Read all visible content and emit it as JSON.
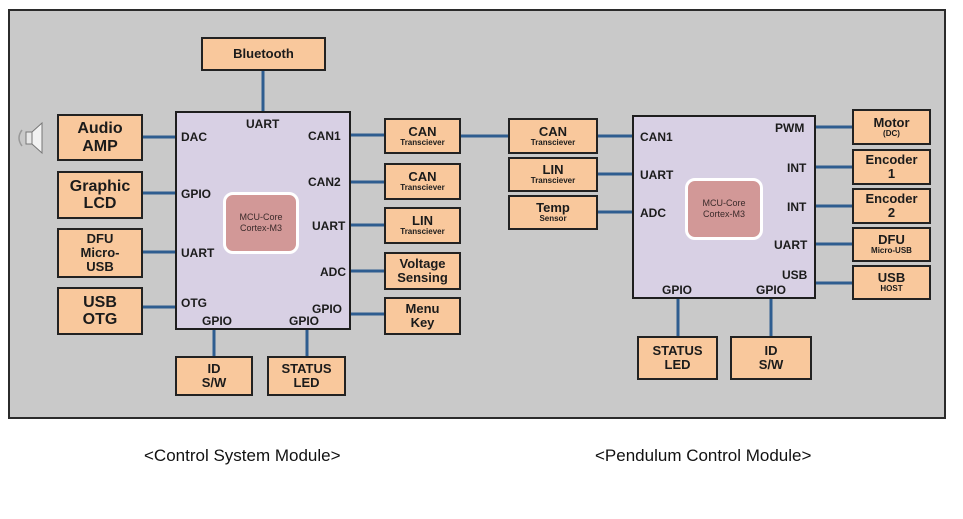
{
  "control": {
    "core": {
      "line1": "MCU-Core",
      "line2": "Cortex-M3"
    },
    "pins": {
      "uart_top": "UART",
      "dac": "DAC",
      "gpio_left": "GPIO",
      "uart_left": "UART",
      "otg": "OTG",
      "gpio_bottom_left": "GPIO",
      "gpio_bottom_right": "GPIO",
      "can1": "CAN1",
      "can2": "CAN2",
      "uart_right": "UART",
      "adc": "ADC",
      "gpio_right": "GPIO"
    },
    "blocks": {
      "bluetooth": [
        "Bluetooth"
      ],
      "audio_amp": [
        "Audio",
        "AMP"
      ],
      "graphic_lcd": [
        "Graphic",
        "LCD"
      ],
      "dfu_micro_usb": [
        "DFU",
        "Micro-",
        "USB"
      ],
      "usb_otg": [
        "USB",
        "OTG"
      ],
      "id_sw": [
        "ID",
        "S/W"
      ],
      "status_led": [
        "STATUS",
        "LED"
      ],
      "can1": {
        "title": "CAN",
        "sub": "Transciever"
      },
      "can2": {
        "title": "CAN",
        "sub": "Transciever"
      },
      "lin": {
        "title": "LIN",
        "sub": "Transciever"
      },
      "voltage_sensing": [
        "Voltage",
        "Sensing"
      ],
      "menu_key": [
        "Menu",
        "Key"
      ]
    }
  },
  "pendulum": {
    "core": {
      "line1": "MCU-Core",
      "line2": "Cortex-M3"
    },
    "pins": {
      "can1": "CAN1",
      "uart": "UART",
      "adc": "ADC",
      "pwm": "PWM",
      "int1": "INT",
      "int2": "INT",
      "uart_right": "UART",
      "usb": "USB",
      "gpio_bottom_left": "GPIO",
      "gpio_bottom_right": "GPIO"
    },
    "blocks": {
      "can": {
        "title": "CAN",
        "sub": "Transciever"
      },
      "lin": {
        "title": "LIN",
        "sub": "Transciever"
      },
      "temp": {
        "title": "Temp",
        "sub": "Sensor"
      },
      "motor": {
        "title": "Motor",
        "sub": "(DC)"
      },
      "encoder1": [
        "Encoder",
        "1"
      ],
      "encoder2": [
        "Encoder",
        "2"
      ],
      "dfu": {
        "title": "DFU",
        "sub": "Micro-USB"
      },
      "usb_host": {
        "title": "USB",
        "sub": "HOST"
      },
      "status_led": [
        "STATUS",
        "LED"
      ],
      "id_sw": [
        "ID",
        "S/W"
      ]
    }
  },
  "captions": {
    "control": "<Control System Module>",
    "pendulum": "<Pendulum Control Module>"
  },
  "colors": {
    "panel": "#c9c9c9",
    "mcu": "#d8d0e4",
    "core": "#d29897",
    "block": "#f9c89c",
    "wire": "#2e5d90"
  }
}
